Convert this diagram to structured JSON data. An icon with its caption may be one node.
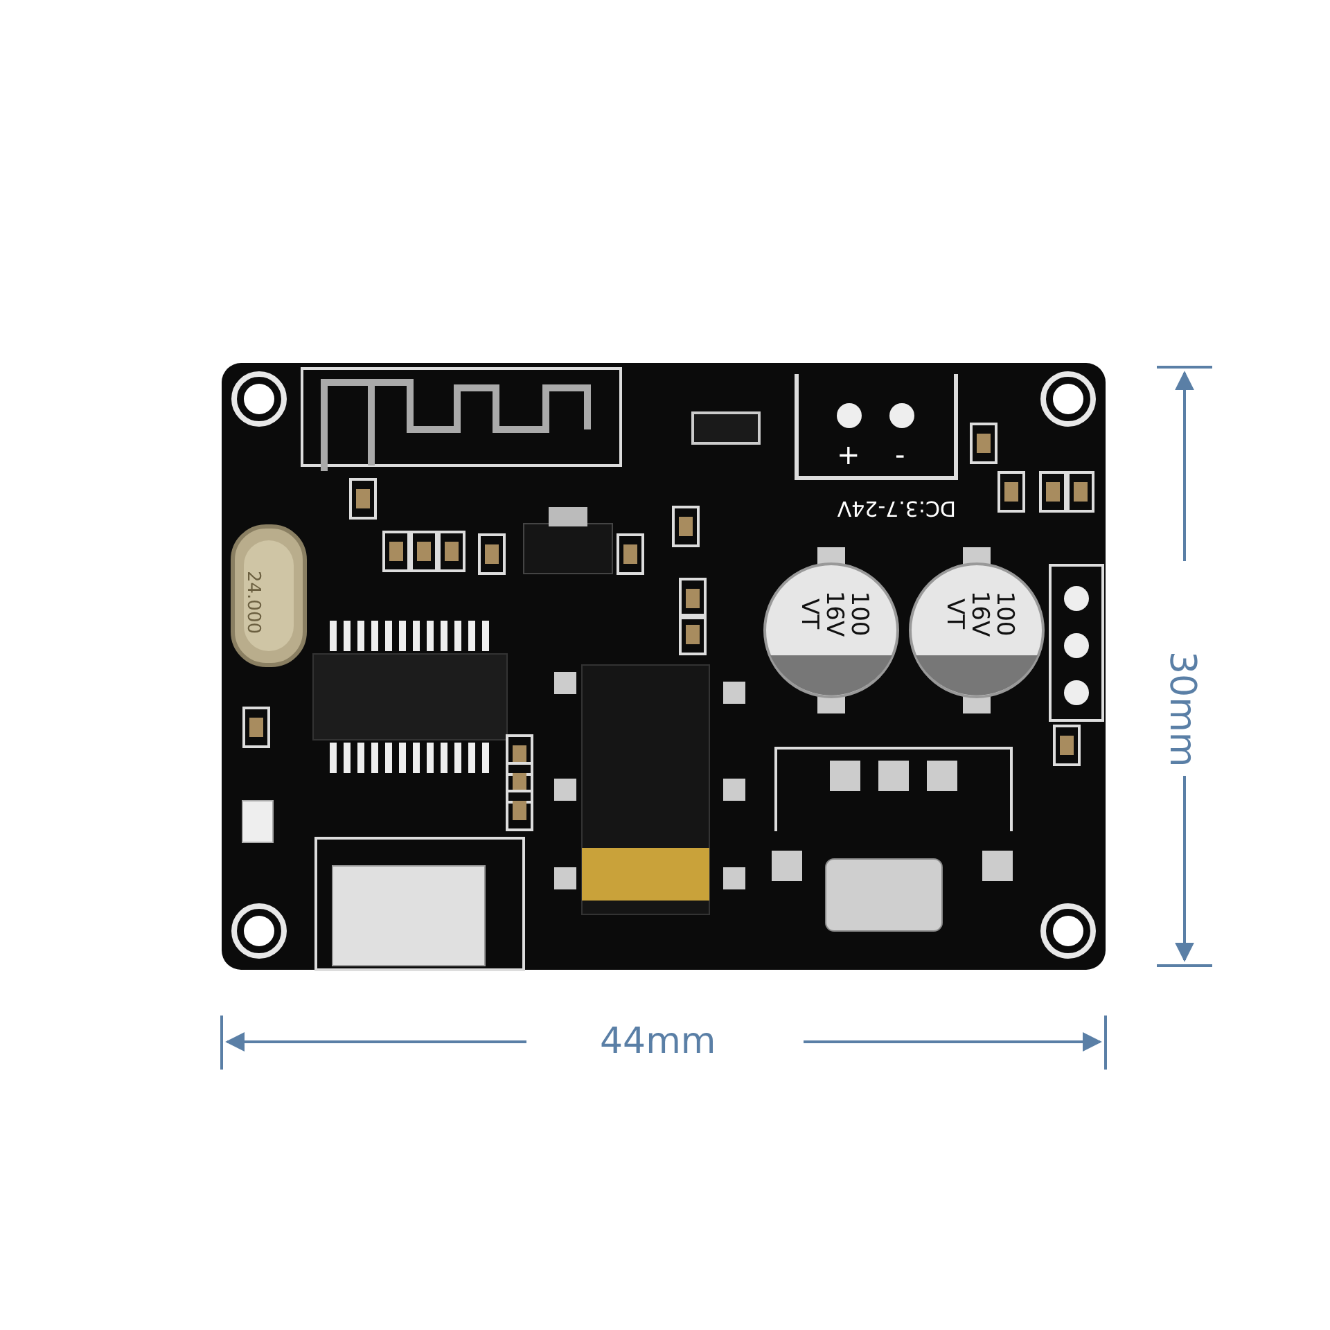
{
  "diagram": {
    "labels": [
      "+",
      "-",
      "DC:3.7-24V",
      "24.000",
      "100 16V VT",
      "100 16V VT",
      "44mm",
      "30mm"
    ]
  }
}
